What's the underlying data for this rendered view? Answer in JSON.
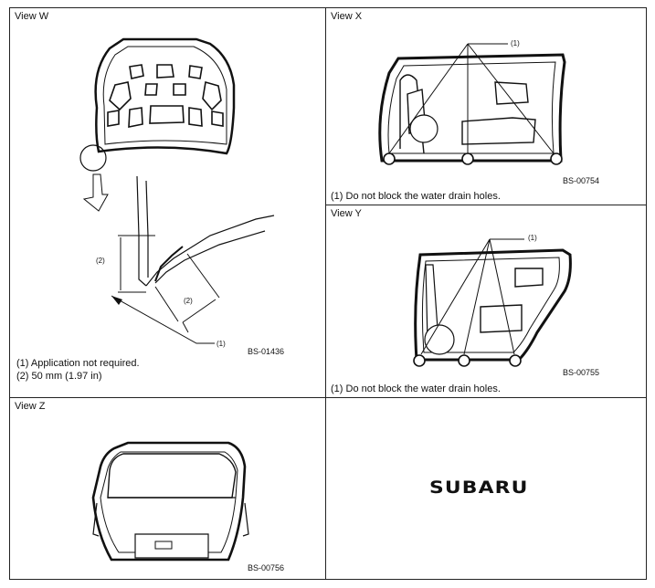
{
  "panels": {
    "w": {
      "title": "View W",
      "label1": "(1)",
      "label2a": "(2)",
      "label2b": "(2)",
      "code": "BS-01436",
      "note1": "(1) Application not required.",
      "note2": "(2) 50 mm (1.97 in)"
    },
    "x": {
      "title": "View X",
      "label1": "(1)",
      "code": "BS-00754",
      "note": "(1) Do not block the water drain holes."
    },
    "y": {
      "title": "View Y",
      "label1": "(1)",
      "code": "BS-00755",
      "note": "(1) Do not block the water drain holes."
    },
    "z": {
      "title": "View Z",
      "code": "BS-00756"
    },
    "logo": {
      "text": "SUBARU"
    }
  }
}
